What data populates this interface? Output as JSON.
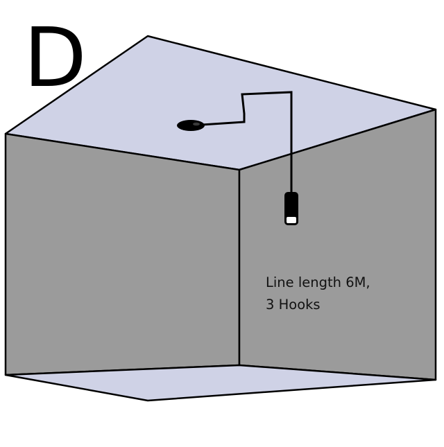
{
  "panel_letter": "D",
  "caption": {
    "line1": "Line length 6M,",
    "line2": "3 Hooks"
  },
  "colors": {
    "ceiling": "#cfd2e6",
    "floor": "#cfd2e6",
    "walls": "#9b9b9b",
    "outline": "#000000",
    "lamp_body": "#000000",
    "lamp_tip": "#ffffff"
  },
  "icons": {
    "ceiling_mount": "ceiling-rose-icon",
    "lamp": "pendant-lamp-icon"
  }
}
